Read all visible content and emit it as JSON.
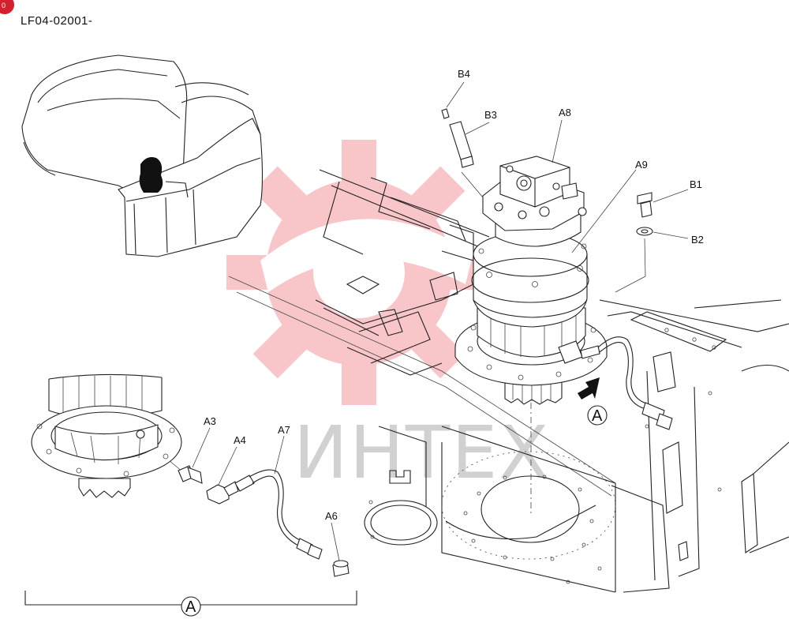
{
  "drawing_code": "LF04-02001-",
  "corner_badge": "0",
  "watermark_text": "ИНТЕХ",
  "view_marker": "A",
  "callouts": {
    "A3": "A3",
    "A4": "A4",
    "A6": "A6",
    "A7": "A7",
    "A8": "A8",
    "A9": "A9",
    "B1": "B1",
    "B2": "B2",
    "B3": "B3",
    "B4": "B4"
  },
  "colors": {
    "line": "#222222",
    "watermark_red": "#e8373f",
    "watermark_gray": "#9a9a9a",
    "badge": "#d4202c"
  },
  "icons": {
    "view_arrow": "arrow-icon",
    "badge": "corner-badge-icon"
  }
}
